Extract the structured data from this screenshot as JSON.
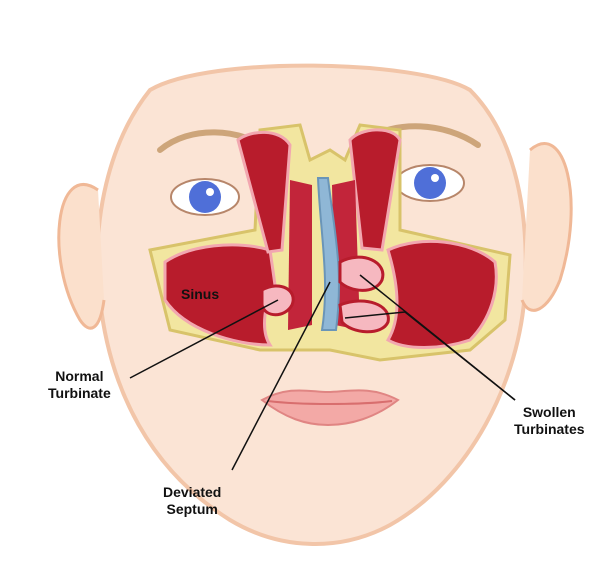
{
  "labels": {
    "sinus": "Sinus",
    "normal_turbinate": [
      "Normal",
      "Turbinate"
    ],
    "deviated_septum": [
      "Deviated",
      "Septum"
    ],
    "swollen_turbinates": [
      "Swollen",
      "Turbinates"
    ]
  },
  "colors": {
    "skin": "#fbe4d5",
    "skin_shadow": "#f2c5a8",
    "bone": "#f2e6a0",
    "mucosa": "#b81c2c",
    "mucosa_light": "#f2a7b0",
    "septum": "#8fb7d6",
    "iris": "#4f6fd8",
    "lips": "#f3a9a6"
  }
}
